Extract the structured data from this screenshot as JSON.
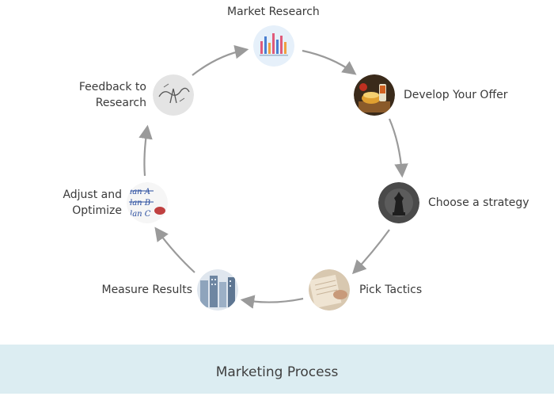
{
  "diagram": {
    "nodes": [
      {
        "id": "market-research",
        "label": "Market Research",
        "icon": "bar-chart-icon"
      },
      {
        "id": "develop-offer",
        "label": "Develop Your Offer",
        "icon": "food-icon"
      },
      {
        "id": "choose-strategy",
        "label": "Choose a strategy",
        "icon": "chess-icon"
      },
      {
        "id": "pick-tactics",
        "label": "Pick Tactics",
        "icon": "notebook-icon"
      },
      {
        "id": "measure-results",
        "label": "Measure Results",
        "icon": "city-icon"
      },
      {
        "id": "adjust-optimize",
        "label_line1": "Adjust and",
        "label_line2": "Optimize",
        "icon": "plan-icon"
      },
      {
        "id": "feedback-research",
        "label_line1": "Feedback to",
        "label_line2": "Research",
        "icon": "sketch-icon"
      }
    ],
    "arrow_color": "#9a9a9a"
  },
  "footer": {
    "title": "Marketing Process",
    "background": "#dcedf2"
  }
}
